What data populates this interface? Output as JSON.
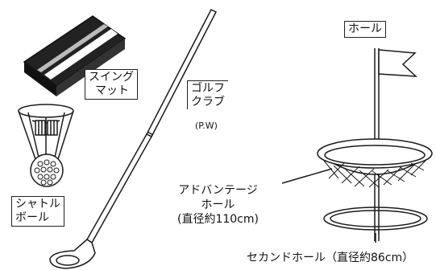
{
  "labels": {
    "swing_mat": [
      "スイング",
      "マット"
    ],
    "golf_club": [
      "ゴルフ",
      "クラブ"
    ],
    "club_type": "(P.W)",
    "shuttle_ball": [
      "シャトル",
      "ボール"
    ],
    "hole": "ホール",
    "advantage_hole": [
      "アドバンテージ",
      "ホール",
      "(直径約110cm)"
    ],
    "second_hole": "セカンドホール（直径約86cm）"
  },
  "colors": {
    "line": "#1a1a1a",
    "mat_dark": "#2b2b2b",
    "mat_stripe": "#ffffff",
    "background": "#ffffff"
  }
}
